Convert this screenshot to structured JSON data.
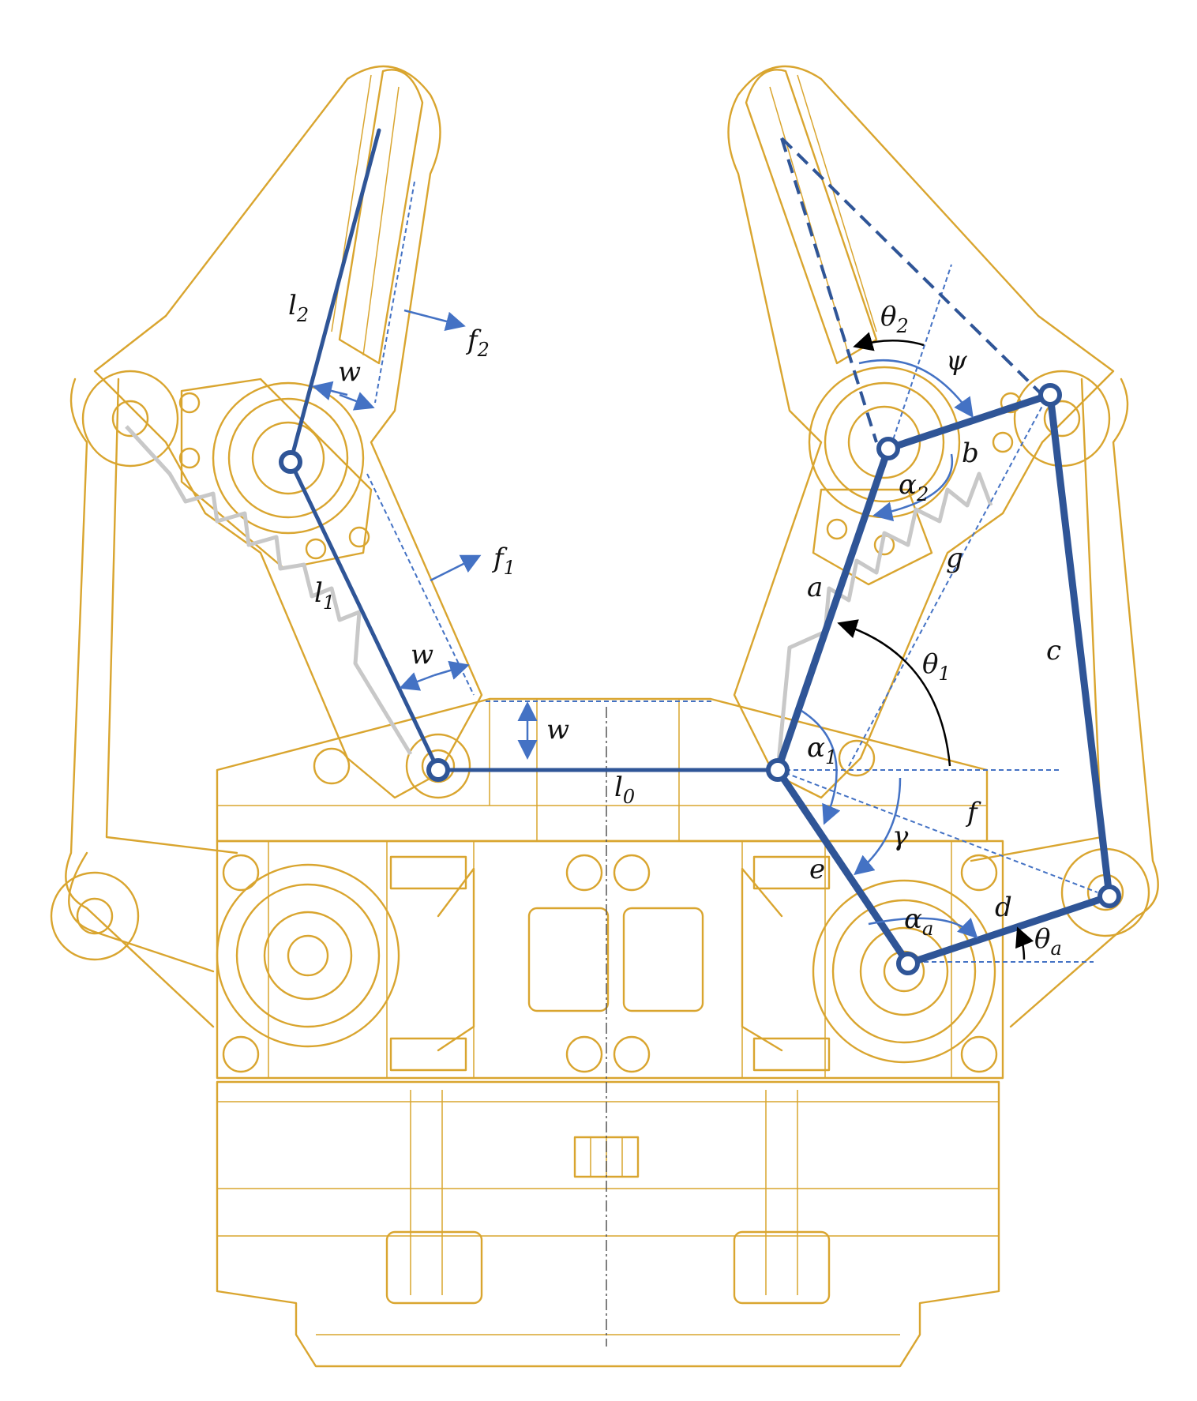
{
  "labels": {
    "l2": "l",
    "l2_sub": "2",
    "l1": "l",
    "l1_sub": "1",
    "l0": "l",
    "l0_sub": "0",
    "f2": "f",
    "f2_sub": "2",
    "f1": "f",
    "f1_sub": "1",
    "w_top": "w",
    "w_mid": "w",
    "w_base": "w",
    "theta2": "θ",
    "theta2_sub": "2",
    "psi": "ψ",
    "b": "b",
    "alpha2": "α",
    "alpha2_sub": "2",
    "g": "g",
    "a": "a",
    "theta1": "θ",
    "theta1_sub": "1",
    "c": "c",
    "alpha1": "α",
    "alpha1_sub": "1",
    "f": "f",
    "gamma": "γ",
    "e": "e",
    "d": "d",
    "alpha_a": "α",
    "alpha_a_sub": "a",
    "theta_a": "θ",
    "theta_a_sub": "a"
  },
  "colors": {
    "cad_lines": "#d9a52f",
    "linkage": "#2f5597",
    "reference": "#4472c4",
    "spring": "#c8c8c8"
  }
}
